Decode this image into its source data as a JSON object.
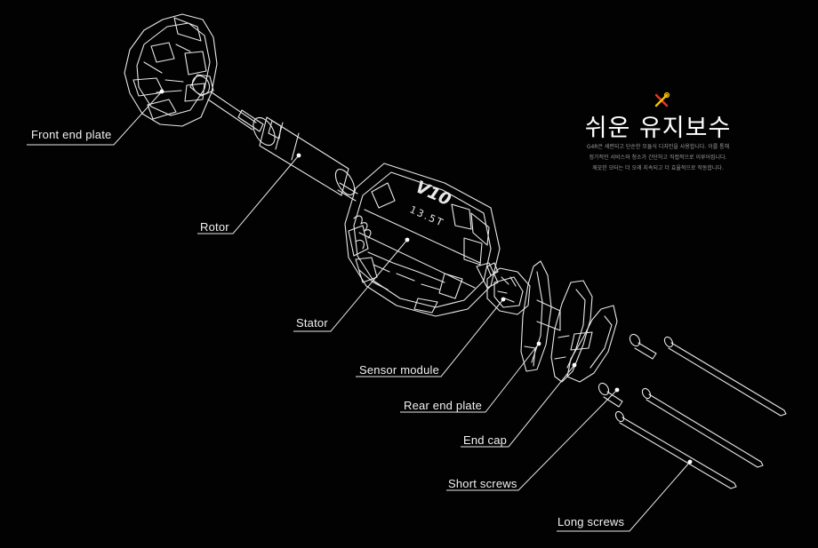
{
  "heading": {
    "title": "쉬운 유지보수"
  },
  "description": {
    "lines": [
      "G4R은 세련되고 단순한 모듈식 디자인을 사용합니다. 이를 통해",
      "정기적인 서비스와 청소가 간단하고 직접적으로 이루어집니다.",
      "깨끗한 모터는 더 오래 지속되고 더 효율적으로 작동합니다."
    ]
  },
  "motor_markings": {
    "brand": "V10",
    "model": "13.5T"
  },
  "labels": {
    "front_end_plate": "Front end plate",
    "rotor": "Rotor",
    "stator": "Stator",
    "sensor_module": "Sensor module",
    "rear_end_plate": "Rear end plate",
    "end_cap": "End cap",
    "short_screws": "Short screws",
    "long_screws": "Long screws"
  },
  "icons": {
    "tool": "wrench-screwdriver-icon"
  },
  "colors": {
    "background": "#020202",
    "line": "#ffffff",
    "accent_yellow": "#f2c200",
    "accent_red": "#e23a2a"
  }
}
